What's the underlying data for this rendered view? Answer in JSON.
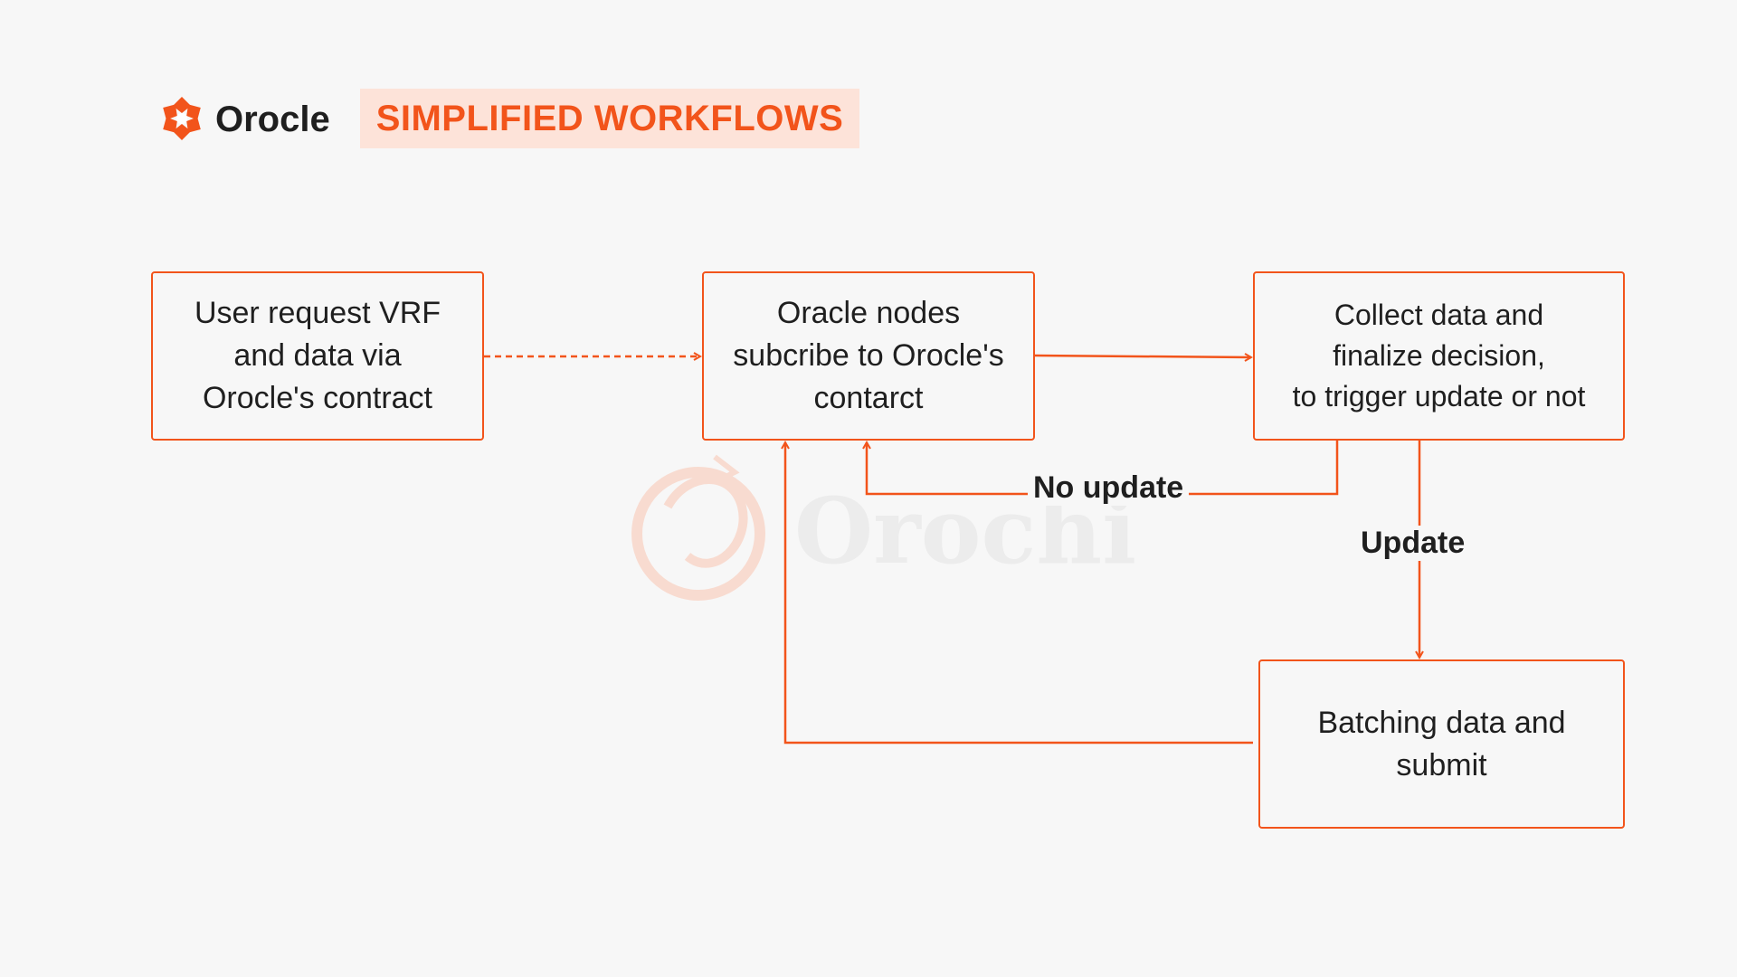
{
  "brand": {
    "logo_icon": "orocle-logo-icon",
    "name": "Orocle"
  },
  "title": "SIMPLIFIED WORKFLOWS",
  "watermark": {
    "icon": "orochi-dragon-logo",
    "text": "Orochi"
  },
  "colors": {
    "accent": "#f2541b",
    "title_bg": "#fde3d9",
    "text": "#1f1f1f",
    "background": "#f7f7f7"
  },
  "nodes": {
    "user_request": {
      "lines": [
        "User request VRF",
        "and data via",
        "Orocle's contract"
      ]
    },
    "oracle_nodes": {
      "lines": [
        "Oracle nodes",
        "subcribe to Orocle's",
        "contarct"
      ]
    },
    "collect_data": {
      "lines": [
        "Collect data and",
        "finalize decision,",
        "to trigger update or not"
      ]
    },
    "batching": {
      "lines": [
        "Batching data and",
        "submit"
      ]
    }
  },
  "edges": {
    "no_update_label": "No update",
    "update_label": "Update"
  }
}
